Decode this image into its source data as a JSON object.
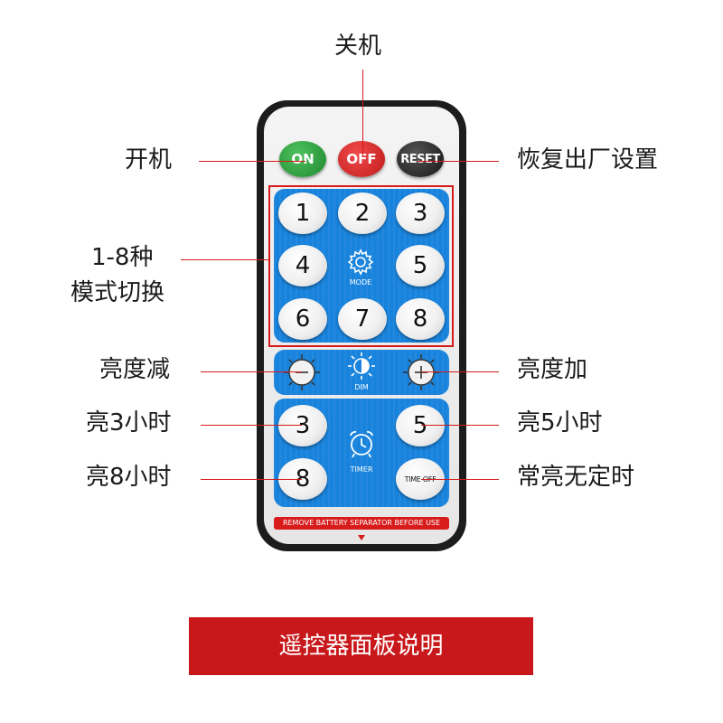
{
  "remote": {
    "top_buttons": [
      {
        "label": "ON",
        "color": "#1e8a2e"
      },
      {
        "label": "OFF",
        "color": "#c01b1b"
      },
      {
        "label": "RESET",
        "color": "#151515"
      }
    ],
    "mode_buttons": [
      "1",
      "2",
      "3",
      "4",
      "5",
      "6",
      "7",
      "8"
    ],
    "mode_label": "MODE",
    "mode_icon": "gear-icon",
    "dim_label": "DIM",
    "dim_icons": [
      "sun-minus-icon",
      "half-sun-icon",
      "sun-plus-icon"
    ],
    "timer_buttons": {
      "t3": "3",
      "t5": "5",
      "t8": "8",
      "time_off": "TIME OFF"
    },
    "timer_label": "TIMER",
    "timer_icon": "alarm-clock-icon",
    "warning": "REMOVE BATTERY SEPARATOR BEFORE USE"
  },
  "callouts": {
    "off": "关机",
    "on": "开机",
    "reset": "恢复出厂设置",
    "modes_line1": "1-8种",
    "modes_line2": "模式切换",
    "dim_minus": "亮度减",
    "dim_plus": "亮度加",
    "t3": "亮3小时",
    "t5": "亮5小时",
    "t8": "亮8小时",
    "time_off": "常亮无定时"
  },
  "footer": "遥控器面板说明",
  "colors": {
    "accent": "#d61a1a",
    "panel": "#1883dc",
    "footer": "#c8181b"
  }
}
